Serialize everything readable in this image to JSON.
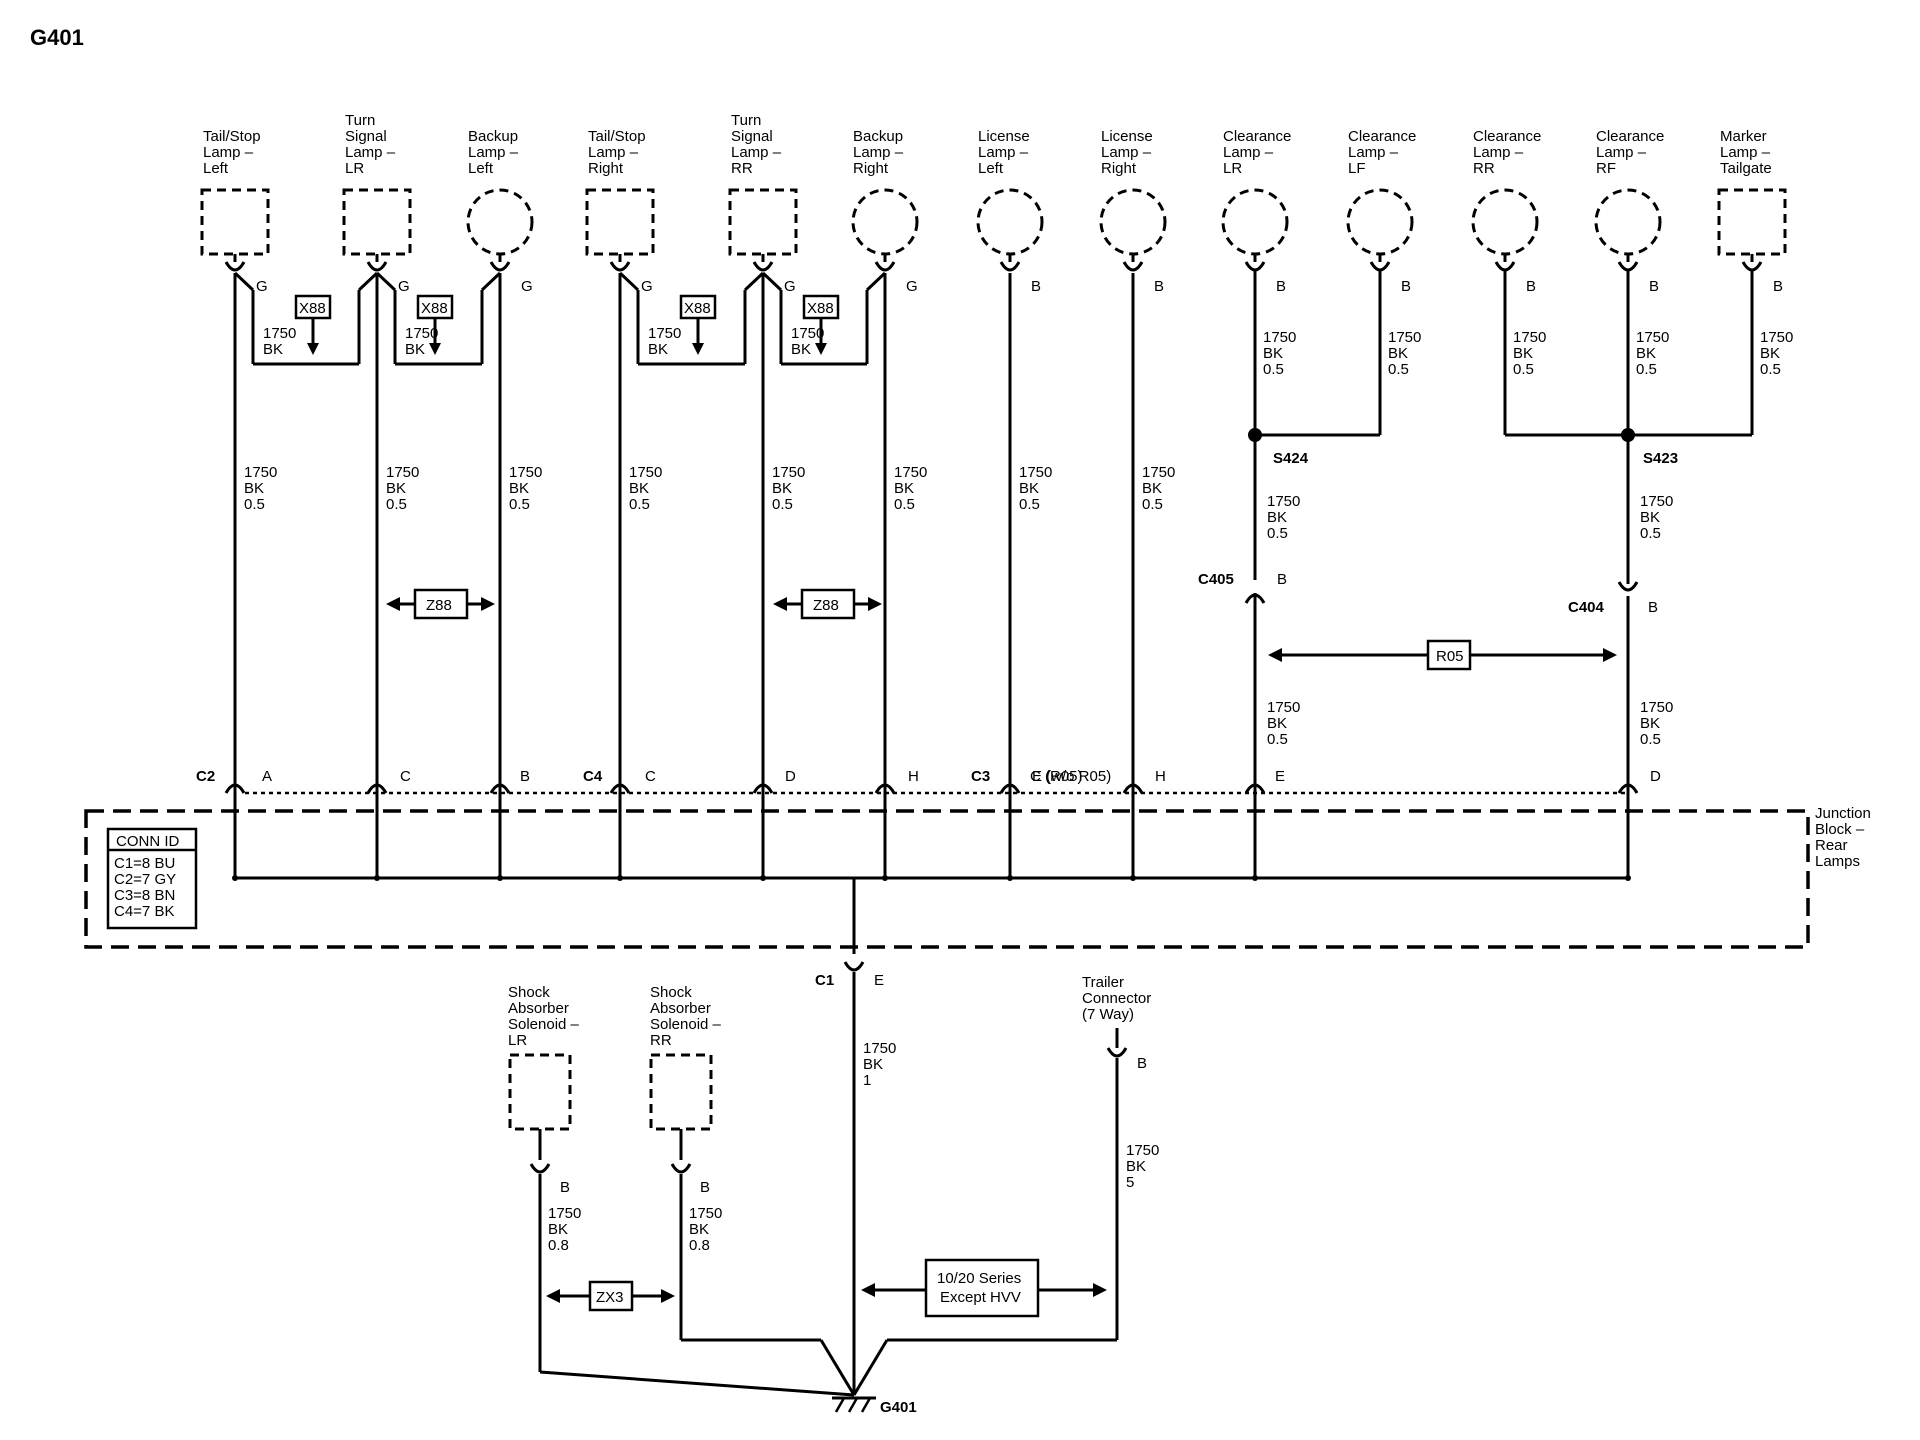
{
  "title": "G401",
  "lamps": [
    {
      "id": "tail-stop-left",
      "lines": [
        "Tail/Stop",
        "Lamp –",
        "Left"
      ],
      "shape": "rect",
      "terminal": "G",
      "wire": [
        "1750",
        "BK",
        "0.5"
      ],
      "pin": "A"
    },
    {
      "id": "turn-lr",
      "lines": [
        "Turn",
        "Signal",
        "Lamp –",
        "LR"
      ],
      "shape": "rect",
      "terminal": "G",
      "wire": [
        "1750",
        "BK",
        "0.5"
      ],
      "pin": "C"
    },
    {
      "id": "backup-left",
      "lines": [
        "Backup",
        "Lamp –",
        "Left"
      ],
      "shape": "circle",
      "terminal": "G",
      "wire": [
        "1750",
        "BK",
        "0.5"
      ],
      "pin": "B"
    },
    {
      "id": "tail-stop-right",
      "lines": [
        "Tail/Stop",
        "Lamp –",
        "Right"
      ],
      "shape": "rect",
      "terminal": "G",
      "wire": [
        "1750",
        "BK",
        "0.5"
      ],
      "pin": "C"
    },
    {
      "id": "turn-rr",
      "lines": [
        "Turn",
        "Signal",
        "Lamp –",
        "RR"
      ],
      "shape": "rect",
      "terminal": "G",
      "wire": [
        "1750",
        "BK",
        "0.5"
      ],
      "pin": "D"
    },
    {
      "id": "backup-right",
      "lines": [
        "Backup",
        "Lamp –",
        "Right"
      ],
      "shape": "circle",
      "terminal": "G",
      "wire": [
        "1750",
        "BK",
        "0.5"
      ],
      "pin": "H"
    },
    {
      "id": "license-left",
      "lines": [
        "License",
        "Lamp –",
        "Left"
      ],
      "shape": "circle",
      "terminal": "B",
      "wire": [
        "1750",
        "BK",
        "0.5"
      ],
      "pin": "C (R05)"
    },
    {
      "id": "license-right",
      "lines": [
        "License",
        "Lamp –",
        "Right"
      ],
      "shape": "circle",
      "terminal": "B",
      "wire": [
        "1750",
        "BK",
        "0.5"
      ],
      "pin": "H"
    },
    {
      "id": "clearance-lr",
      "lines": [
        "Clearance",
        "Lamp –",
        "LR"
      ],
      "shape": "circle",
      "terminal": "B",
      "wire": [
        "1750",
        "BK",
        "0.5"
      ],
      "pin": "E"
    },
    {
      "id": "clearance-lf",
      "lines": [
        "Clearance",
        "Lamp –",
        "LF"
      ],
      "shape": "circle",
      "terminal": "B",
      "wire": [
        "1750",
        "BK",
        "0.5"
      ],
      "pin": ""
    },
    {
      "id": "clearance-rr",
      "lines": [
        "Clearance",
        "Lamp –",
        "RR"
      ],
      "shape": "circle",
      "terminal": "B",
      "wire": [
        "1750",
        "BK",
        "0.5"
      ],
      "pin": ""
    },
    {
      "id": "clearance-rf",
      "lines": [
        "Clearance",
        "Lamp –",
        "RF"
      ],
      "shape": "circle",
      "terminal": "B",
      "wire": [
        "1750",
        "BK",
        "0.5"
      ],
      "pin": "D"
    },
    {
      "id": "marker-tailgate",
      "lines": [
        "Marker",
        "Lamp –",
        "Tailgate"
      ],
      "shape": "rect",
      "terminal": "B",
      "wire": [
        "1750",
        "BK",
        "0.5"
      ],
      "pin": ""
    }
  ],
  "jumpers": {
    "label": "X88",
    "wire": [
      "1750",
      "BK"
    ]
  },
  "options": {
    "z88": "Z88",
    "r05": "R05",
    "zx3": "ZX3",
    "series": [
      "10/20 Series",
      "Except HVV"
    ]
  },
  "splices": {
    "s424": "S424",
    "s423": "S423"
  },
  "connectors": {
    "c405": "C405",
    "c405_pin": "B",
    "c404": "C404",
    "c404_pin": "B",
    "c2": "C2",
    "c4": "C4",
    "c3": "C3",
    "c1": "C1",
    "c1_pin": "E",
    "c3_alt_pin": "E (w/o R05)"
  },
  "splice_wires": {
    "s424_wire": [
      "1750",
      "BK",
      "0.5"
    ],
    "s423_wire": [
      "1750",
      "BK",
      "0.5"
    ],
    "c405_wire": [
      "1750",
      "BK",
      "0.5"
    ],
    "c404_wire": [
      "1750",
      "BK",
      "0.5"
    ]
  },
  "junction_block": {
    "lines": [
      "Junction",
      "Block –",
      "Rear",
      "Lamps"
    ]
  },
  "conn_id": {
    "title": "CONN ID",
    "rows": [
      "C1=8 BU",
      "C2=7 GY",
      "C3=8 BN",
      "C4=7 BK"
    ]
  },
  "ground_wire": [
    "1750",
    "BK",
    "1"
  ],
  "shock_lr": {
    "lines": [
      "Shock",
      "Absorber",
      "Solenoid –",
      "LR"
    ],
    "terminal": "B",
    "wire": [
      "1750",
      "BK",
      "0.8"
    ]
  },
  "shock_rr": {
    "lines": [
      "Shock",
      "Absorber",
      "Solenoid –",
      "RR"
    ],
    "terminal": "B",
    "wire": [
      "1750",
      "BK",
      "0.8"
    ]
  },
  "trailer": {
    "lines": [
      "Trailer",
      "Connector",
      "(7 Way)"
    ],
    "terminal": "B",
    "wire": [
      "1750",
      "BK",
      "5"
    ]
  },
  "ground": "G401"
}
